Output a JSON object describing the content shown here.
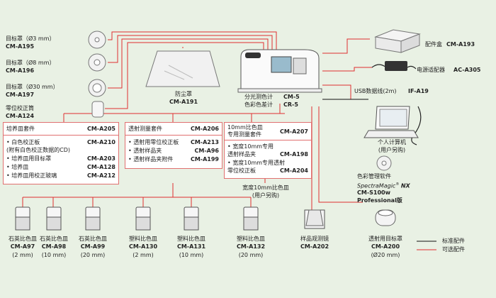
{
  "targets": [
    {
      "name": "目标罩（Ø3 mm）",
      "code": "CM-A195"
    },
    {
      "name": "目标罩（Ø8 mm）",
      "code": "CM-A196"
    },
    {
      "name": "目标罩（Ø30 mm）",
      "code": "CM-A197"
    },
    {
      "name": "零位校正筒",
      "code": "CM-A124"
    }
  ],
  "dust_cover": {
    "name": "防尘罩",
    "code": "CM-A191"
  },
  "instrument": {
    "line1_name": "分光测色计",
    "line1_code": "CM-5",
    "line2_name": "色彩色差计",
    "line2_code": "CR-5"
  },
  "accessory_case": {
    "name": "配件盒",
    "code": "CM-A193"
  },
  "ac_adapter": {
    "name": "电源适配器",
    "code": "AC-A305"
  },
  "usb_cable": {
    "name": "USB数据线(2m)",
    "code": "IF-A19"
  },
  "pc": {
    "name": "个人计算机",
    "note": "(用户另购)"
  },
  "software": {
    "name": "色彩管理软件",
    "brand": "SpectraMagic",
    "brand_suffix": "NX",
    "code1": "CM-S100w",
    "code2": "Professional版"
  },
  "petri_kit": {
    "title": "培养皿套件",
    "code": "CM-A205",
    "items": [
      {
        "name": "• 白色校正板",
        "code": "CM-A210"
      },
      {
        "name": "  (附有白色校正数据的CD)",
        "code": ""
      },
      {
        "name": "• 培养皿用目标罩",
        "code": "CM-A203"
      },
      {
        "name": "• 培养皿",
        "code": "CM-A128"
      },
      {
        "name": "• 培养皿用校正玻璃",
        "code": "CM-A212"
      }
    ]
  },
  "trans_kit": {
    "title": "透射测量套件",
    "code": "CM-A206",
    "items": [
      {
        "name": "• 透射用零位校正板",
        "code": "CM-A213"
      },
      {
        "name": "• 透射样品夹",
        "code": "CM-A96"
      },
      {
        "name": "• 透射样品夹附件",
        "code": "CM-A199"
      }
    ]
  },
  "cell_kit": {
    "title1": "10mm比色皿",
    "title2": "专用测量套件",
    "code": "CM-A207",
    "items": [
      {
        "name": "• 宽度10mm专用",
        "code": ""
      },
      {
        "name": "  透射样品夹",
        "code": "CM-A198"
      },
      {
        "name": "• 宽度10mm专用透射",
        "code": ""
      },
      {
        "name": "  零位校正板",
        "code": "CM-A204"
      }
    ]
  },
  "cell_note": {
    "line1": "宽度10mm比色皿",
    "line2": "(用户另购)"
  },
  "cells": [
    {
      "name": "石英比色皿",
      "code": "CM-A97",
      "size": "(2 mm)"
    },
    {
      "name": "石英比色皿",
      "code": "CM-A98",
      "size": "(10 mm)"
    },
    {
      "name": "石英比色皿",
      "code": "CM-A99",
      "size": "(20 mm)"
    },
    {
      "name": "塑料比色皿",
      "code": "CM-A130",
      "size": "(2 mm)"
    },
    {
      "name": "塑料比色皿",
      "code": "CM-A131",
      "size": "(10 mm)"
    },
    {
      "name": "塑料比色皿",
      "code": "CM-A132",
      "size": "(20 mm)"
    }
  ],
  "sample_mirror": {
    "name": "样品观测镜",
    "code": "CM-A202"
  },
  "trans_target": {
    "name": "透射用目标罩",
    "code": "CM-A200",
    "size": "(Ø20 mm)"
  },
  "legend": {
    "standard": "标准配件",
    "optional": "可选配件",
    "standard_color": "#111111",
    "optional_color": "#e03030"
  }
}
